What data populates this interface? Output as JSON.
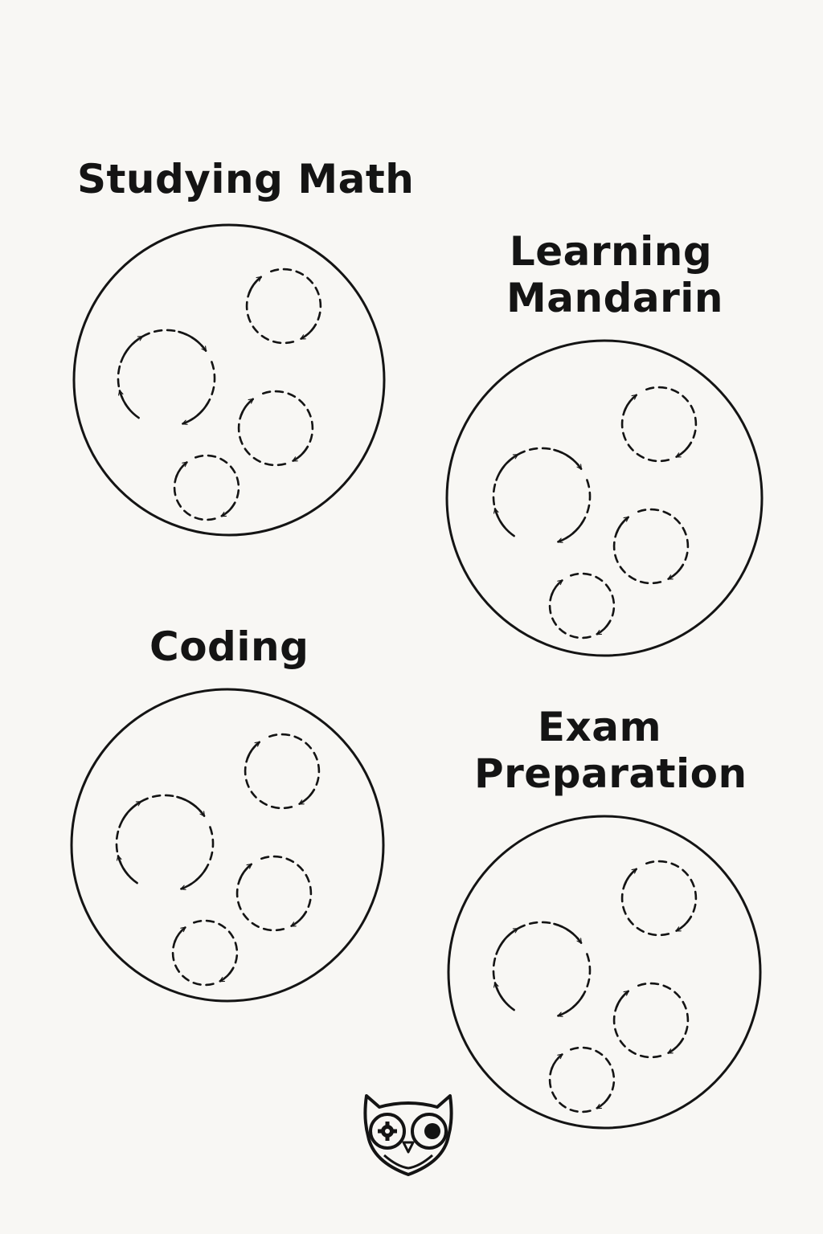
{
  "panels": [
    {
      "id": "studying-math",
      "title_lines": [
        "Studying Math"
      ],
      "loop_count": 4
    },
    {
      "id": "learning-mandarin",
      "title_lines": [
        "Learning",
        "Mandarin"
      ],
      "loop_count": 4
    },
    {
      "id": "coding",
      "title_lines": [
        "Coding"
      ],
      "loop_count": 4
    },
    {
      "id": "exam-preparation",
      "title_lines": [
        "Exam",
        "Preparation"
      ],
      "loop_count": 4
    }
  ],
  "logo": {
    "icon": "owl-icon",
    "stroke_color": "#141414"
  },
  "colors": {
    "background": "#f8f7f4",
    "ink": "#141414"
  }
}
